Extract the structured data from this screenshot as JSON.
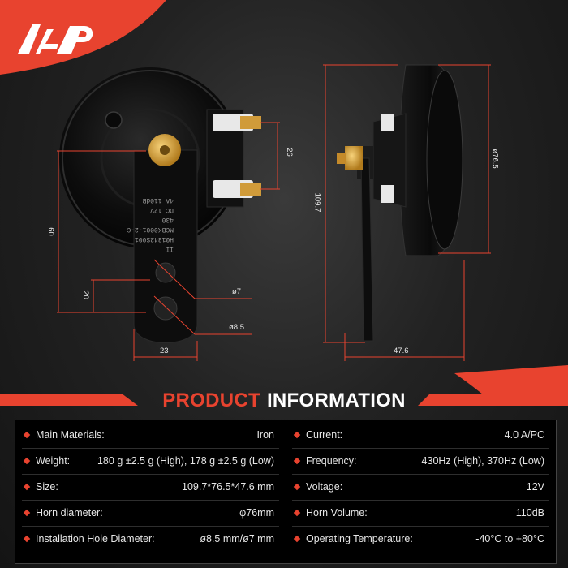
{
  "brand": {
    "logo_text": "A-P",
    "accent": "#e8432f"
  },
  "dimensions": {
    "terminal_spacing": "26",
    "bracket_length": "60",
    "hole_spacing": "20",
    "hole_small": "ø7",
    "hole_large": "ø8.5",
    "bracket_width": "23",
    "height": "109.7",
    "depth": "47.6",
    "diameter": "ø76.5"
  },
  "horn_label_lines": [
    "4A  110dB",
    "DC  12V",
    "430",
    "MCBK0001-2-C",
    "H01342S001",
    "II"
  ],
  "section_title": {
    "part1": "PRODUCT",
    "part2": "INFORMATION"
  },
  "specs_left": [
    {
      "label": "Main Materials:",
      "value": "Iron"
    },
    {
      "label": "Weight:",
      "value": "180 g ±2.5 g (High), 178 g ±2.5 g (Low)"
    },
    {
      "label": "Size:",
      "value": "109.7*76.5*47.6 mm"
    },
    {
      "label": "Horn diameter:",
      "value": "φ76mm"
    },
    {
      "label": "Installation Hole Diameter:",
      "value": "ø8.5 mm/ø7 mm"
    }
  ],
  "specs_right": [
    {
      "label": "Current:",
      "value": "4.0 A/PC"
    },
    {
      "label": "Frequency:",
      "value": "430Hz (High), 370Hz (Low)"
    },
    {
      "label": "Voltage:",
      "value": "12V"
    },
    {
      "label": "Horn Volume:",
      "value": "110dB"
    },
    {
      "label": "Operating Temperature:",
      "value": "-40°C to +80°C"
    }
  ]
}
